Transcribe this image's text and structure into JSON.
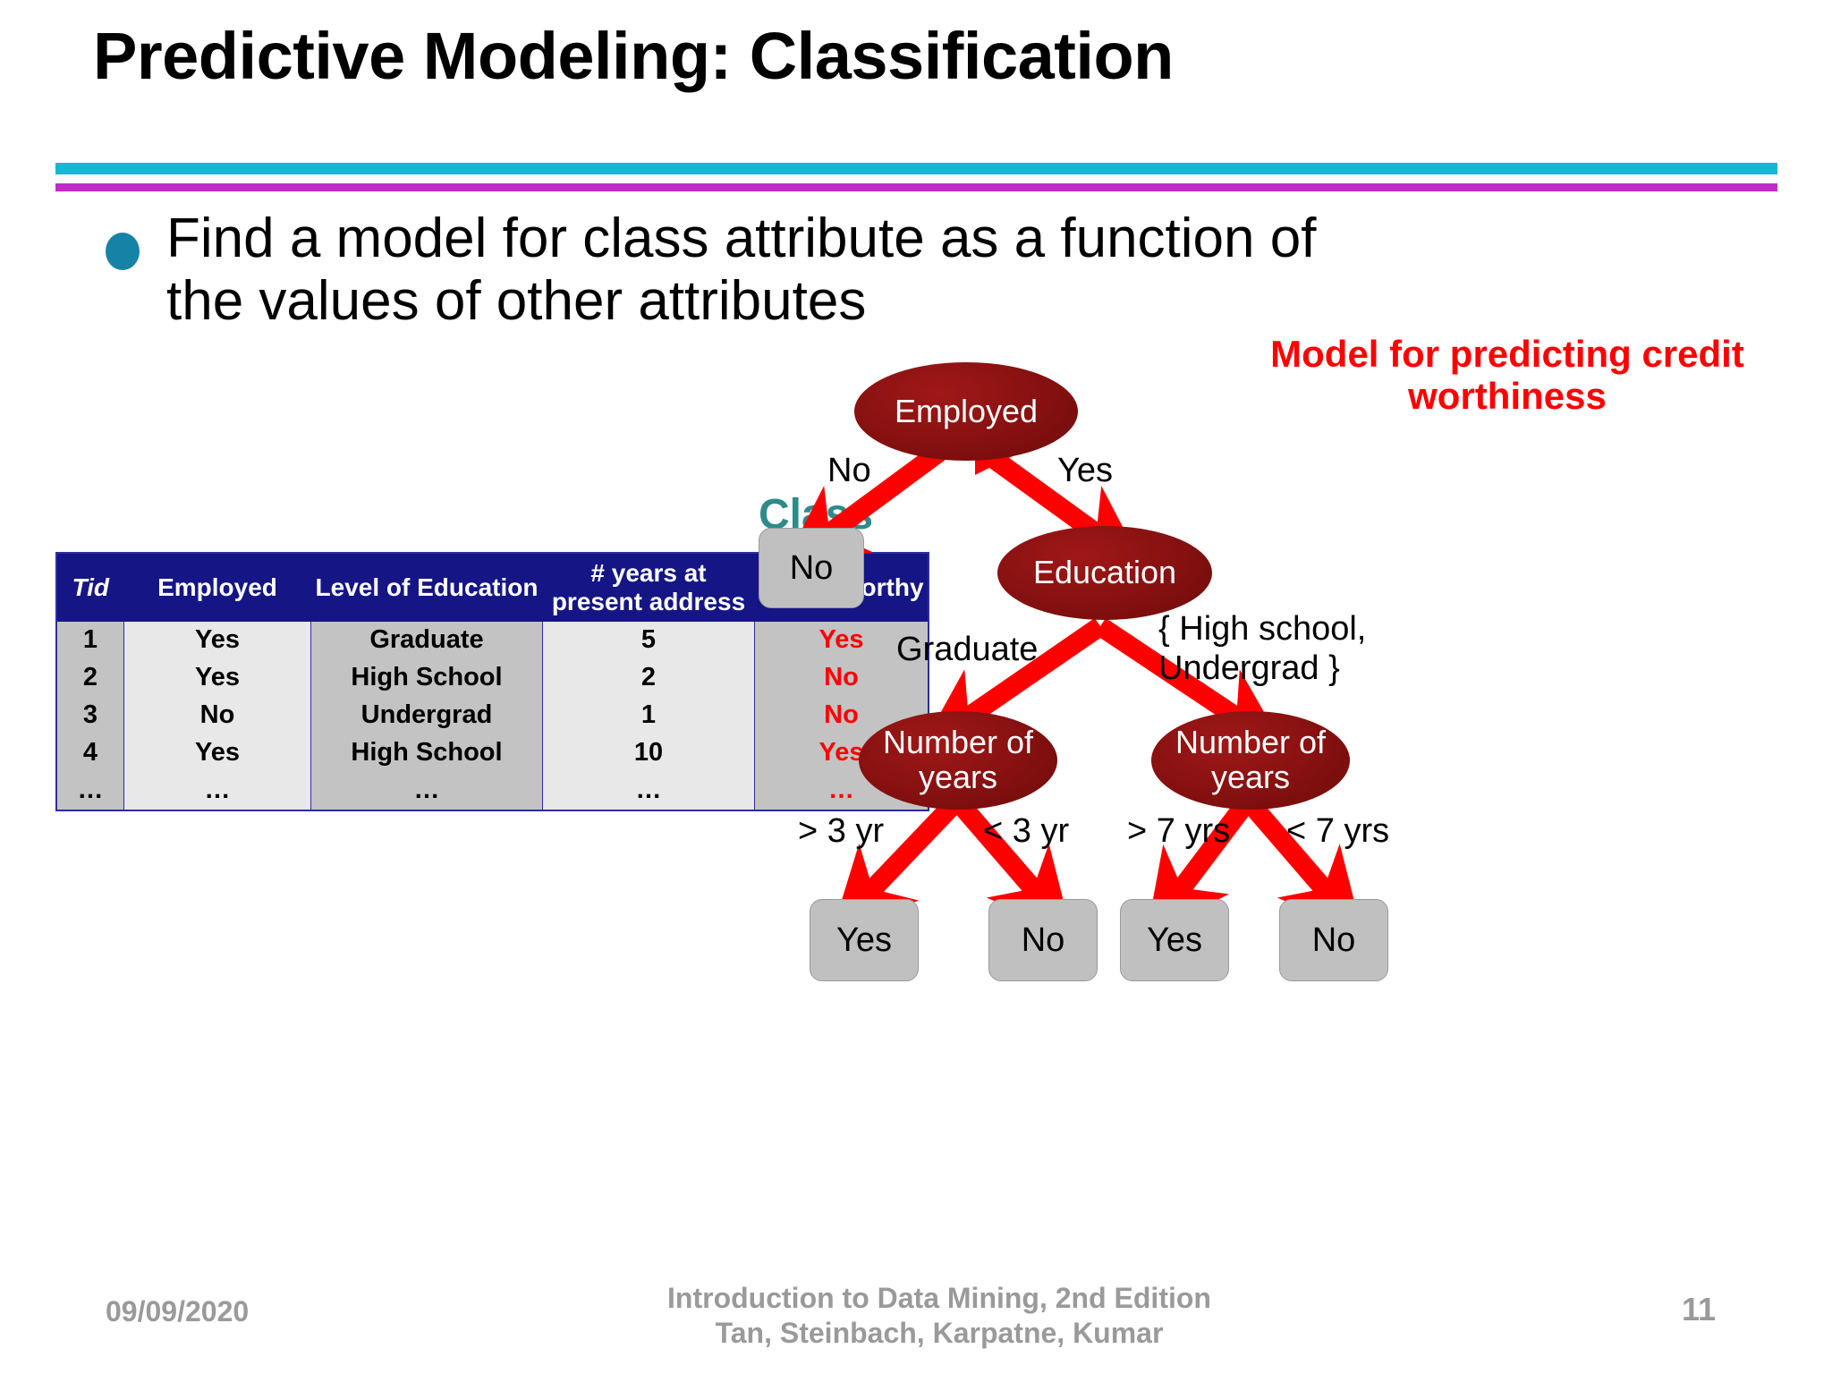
{
  "slide": {
    "title": "Predictive Modeling: Classification",
    "bullet": {
      "marker": "bullet-dot",
      "text": "Find a model  for class attribute as a function of the values of other attributes"
    },
    "colors": {
      "rule_cyan": "#18B6D2",
      "rule_magenta": "#C02BC7",
      "bullet_dot": "#1683A6",
      "class_label": "#2E8B8A",
      "table_header_bg": "#151585",
      "table_border": "#2E2E9E",
      "credit_worthy_text": "#FF0000",
      "tree_node_fill": "#8B1010",
      "tree_leaf_fill": "#C0C0C0",
      "tree_arrow": "#FF0000",
      "tree_title": "#FF0000",
      "footer_text": "#9A9A9A"
    }
  },
  "table": {
    "class_label": "Class",
    "columns": [
      "Tid",
      "Employed",
      "Level of Education",
      "# years at present address",
      "Credit Worthy"
    ],
    "rows": [
      {
        "tid": "1",
        "employed": "Yes",
        "education": "Graduate",
        "years": "5",
        "credit_worthy": "Yes"
      },
      {
        "tid": "2",
        "employed": "Yes",
        "education": "High School",
        "years": "2",
        "credit_worthy": "No"
      },
      {
        "tid": "3",
        "employed": "No",
        "education": "Undergrad",
        "years": "1",
        "credit_worthy": "No"
      },
      {
        "tid": "4",
        "employed": "Yes",
        "education": "High School",
        "years": "10",
        "credit_worthy": "Yes"
      },
      {
        "tid": "…",
        "employed": "…",
        "education": "…",
        "years": "…",
        "credit_worthy": "…"
      }
    ]
  },
  "tree": {
    "title": "Model for predicting credit worthiness",
    "nodes": {
      "root": "Employed",
      "leaf_no_employed": "No",
      "education": "Education",
      "years_left": "Number of years",
      "years_right": "Number of years",
      "leaf_yes_1": "Yes",
      "leaf_no_1": "No",
      "leaf_yes_2": "Yes",
      "leaf_no_2": "No"
    },
    "edges": {
      "employed_no": "No",
      "employed_yes": "Yes",
      "education_graduate": "Graduate",
      "education_other": "{ High school,\nUndergrad }",
      "years_left_gt": "> 3 yr",
      "years_left_lt": "< 3 yr",
      "years_right_gt": "> 7 yrs",
      "years_right_lt": "< 7 yrs"
    }
  },
  "footer": {
    "date": "09/09/2020",
    "attribution_line1": "Introduction to Data Mining, 2nd Edition",
    "attribution_line2": "Tan, Steinbach, Karpatne, Kumar",
    "page_number": "11"
  }
}
